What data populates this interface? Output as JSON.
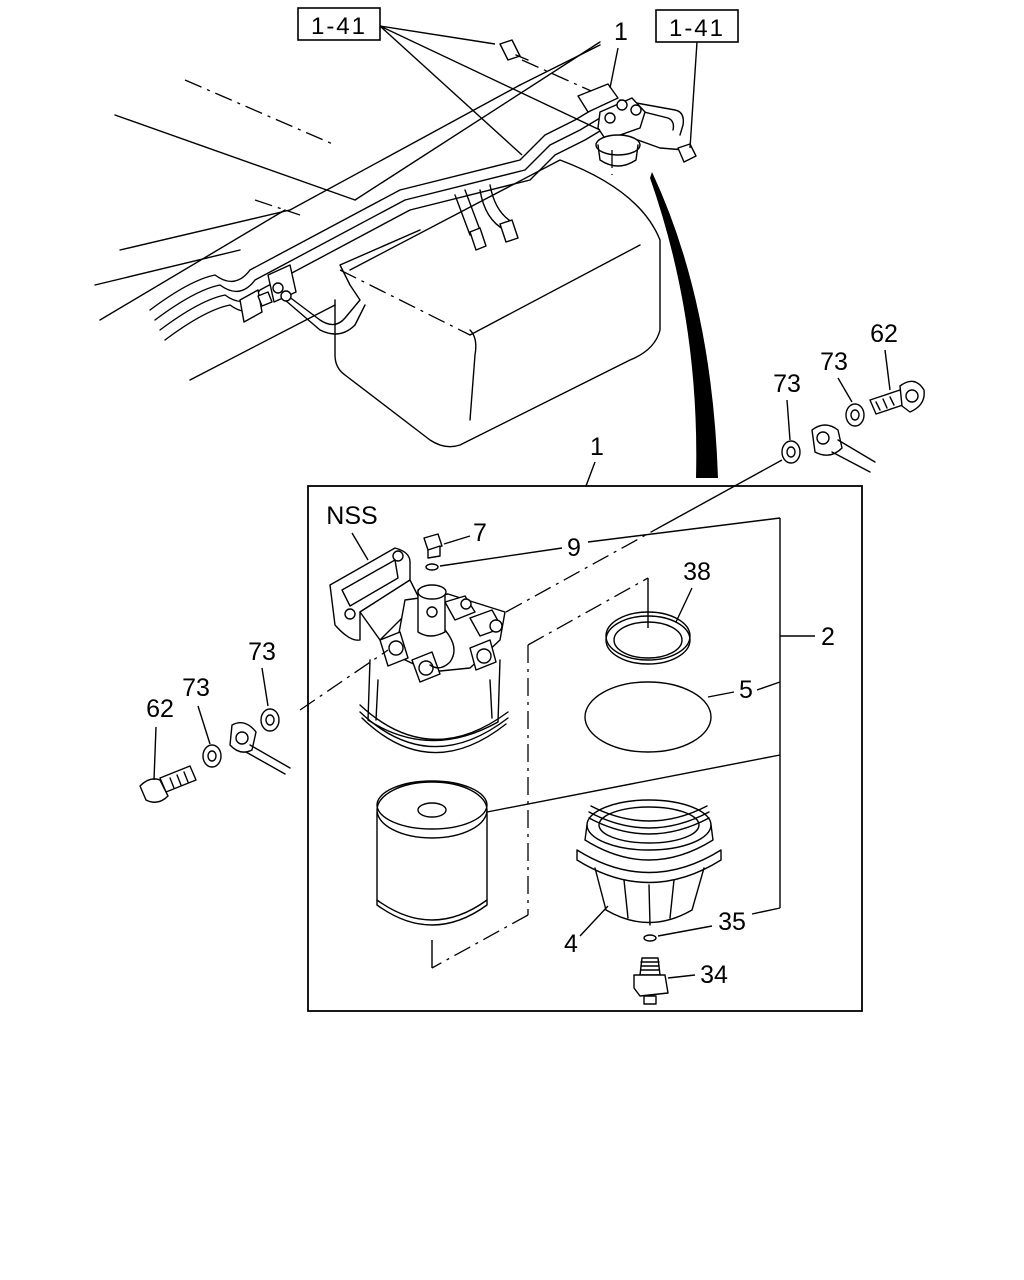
{
  "labels": {
    "ref_a": "1-41",
    "ref_b": "1-41",
    "top_1": "1",
    "box_1": "1",
    "nss": "NSS",
    "p7": "7",
    "p9": "9",
    "p38": "38",
    "p2": "2",
    "p5": "5",
    "p4": "4",
    "p35": "35",
    "p34": "34",
    "right_73a": "73",
    "right_73b": "73",
    "right_62": "62",
    "left_73a": "73",
    "left_73b": "73",
    "left_62": "62"
  }
}
